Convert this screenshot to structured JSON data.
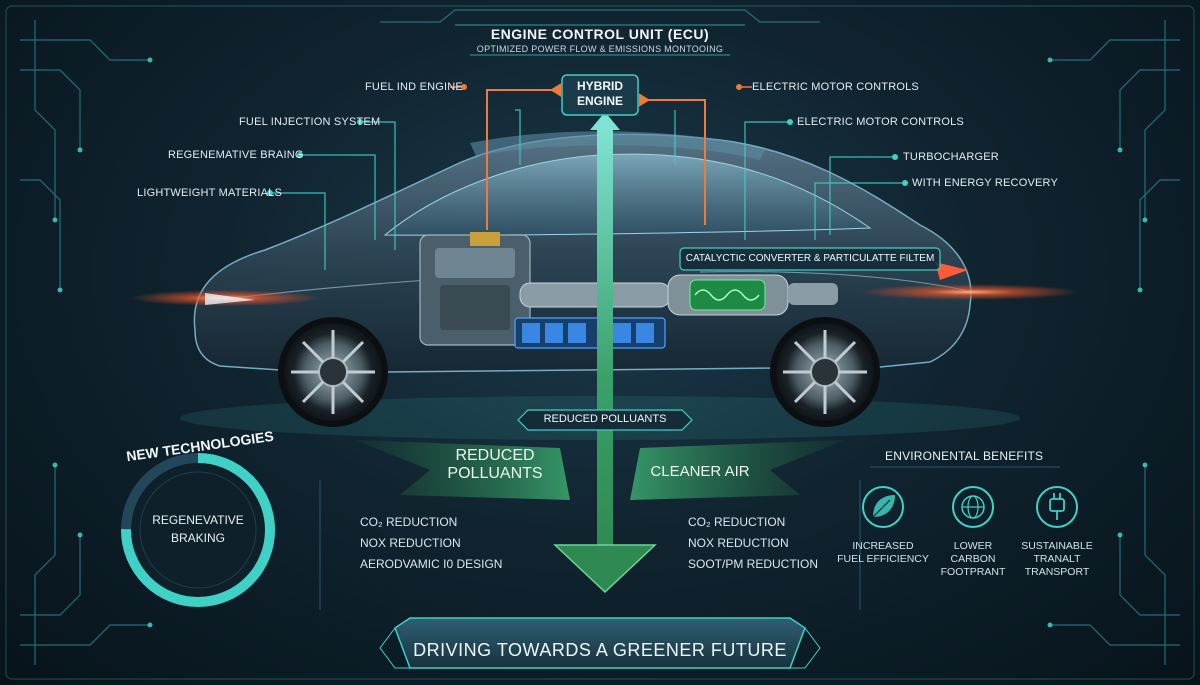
{
  "header": {
    "title": "ENGINE CONTROL UNIT (ECU)",
    "subtitle": "OPTIMIZED POWER FLOW & EMISSIONS MONTOOING"
  },
  "center": {
    "hybrid_line1": "HYBRID",
    "hybrid_line2": "ENGINE",
    "reduced_box": "REDUCED POLLUANTS",
    "catalytic_box": "CATALYCTIC CONVERTER & PARTICULATTE FILTEM"
  },
  "left_labels": [
    "FUEL IND ENGINE",
    "FUEL INJECTION SYSTEM",
    "REGENEMATIVE BRAING",
    "LIGHTWEIGHT MATERIALS"
  ],
  "right_labels": [
    "ELECTRIC MOTOR CONTROLS",
    "ELECTRIC MOTOR CONTROLS",
    "TURBOCHARGER",
    "WITH ENERGY RECOVERY"
  ],
  "new_tech": {
    "heading": "NEW TECHNOLOGIES",
    "line1": "REGENEVATIVE",
    "line2": "BRAKING"
  },
  "ribbons": {
    "left_line1": "REDUCED",
    "left_line2": "POLLUANTS",
    "right": "CLEANER AIR"
  },
  "left_list": [
    "CO₂ REDUCTION",
    "NOX REDUCTION",
    "AERODVAMIC I0 DESIGN"
  ],
  "right_list": [
    "CO₂ REDUCTION",
    "NOX REDUCTION",
    "SOOT/PM REDUCTION"
  ],
  "environment": {
    "heading": "ENVIRONENTAL BENEFITS",
    "items": [
      {
        "line1": "INCREASED",
        "line2": "FUEL EFFICIENCY",
        "line3": "",
        "icon": "leaf-icon"
      },
      {
        "line1": "LOWER",
        "line2": "CARBON",
        "line3": "FOOTPRANT",
        "icon": "globe-icon"
      },
      {
        "line1": "SUSTAINABLE",
        "line2": "TRANALT",
        "line3": "TRANSPORT",
        "icon": "plug-icon"
      }
    ]
  },
  "footer": {
    "banner": "DRIVING TOWARDS A GREENER FUTURE"
  },
  "colors": {
    "accent_teal": "#3fd0c6",
    "accent_green": "#3fa66b",
    "accent_orange": "#f07a3a",
    "background": "#0a1822"
  }
}
